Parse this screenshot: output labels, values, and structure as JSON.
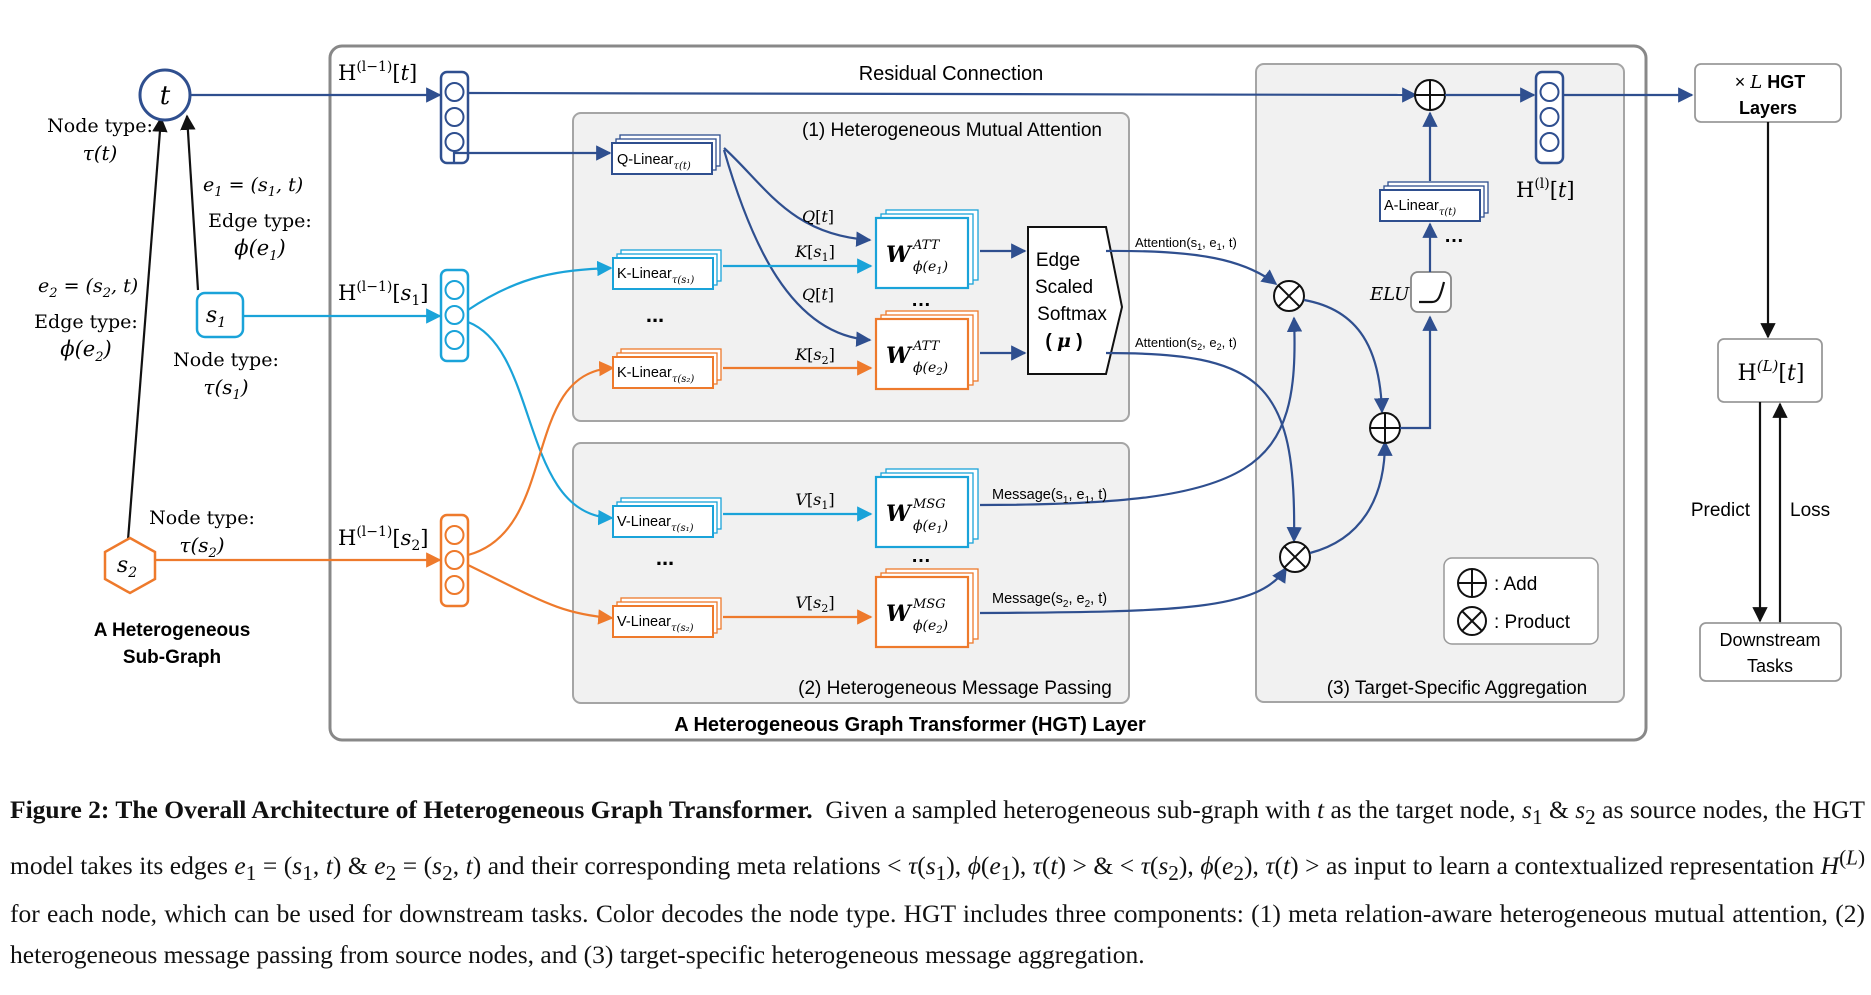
{
  "diagram": {
    "main_title": "A Heterogeneous Graph Transformer (HGT) Layer",
    "residual_label": "Residual Connection",
    "subgraph_title_line1": "A Heterogeneous",
    "subgraph_title_line2": "Sub-Graph",
    "nodes": {
      "t": "t",
      "s1": "s1",
      "s2": "s2"
    },
    "node_type_label": "Node type:",
    "edge_type_label": "Edge type:",
    "tau_t": "τ(t)",
    "tau_s1": "τ(s1)",
    "tau_s2": "τ(s2)",
    "e1_def": "e1 = (s1, t)",
    "e2_def": "e2 = (s2, t)",
    "phi_e1": "ϕ(e1)",
    "phi_e2": "ϕ(e2)",
    "h_t": "H(l−1)[t]",
    "h_s1": "H(l−1)[s1]",
    "h_s2": "H(l−1)[s2]",
    "attention_panel": "(1) Heterogeneous Mutual Attention",
    "message_panel": "(2) Heterogeneous Message Passing",
    "aggregation_panel": "(3) Target-Specific Aggregation",
    "q_linear": "Q-Linearτ(t)",
    "k_linear_s1": "K-Linearτ(s1)",
    "k_linear_s2": "K-Linearτ(s2)",
    "v_linear_s1": "V-Linearτ(s1)",
    "v_linear_s2": "V-Linearτ(s2)",
    "a_linear": "A-Linearτ(t)",
    "ellipsis": "...",
    "ellipsis_center": "…",
    "edge_labels": {
      "q_t_top": "Q[t]",
      "k_s1": "K[s1]",
      "q_t_bottom": "Q[t]",
      "k_s2": "K[s2]",
      "v_s1": "V[s1]",
      "v_s2": "V[s2]",
      "attention1": "Attention(s1, e1, t)",
      "attention2": "Attention(s2, e2, t)",
      "message1": "Message(s1, e1, t)",
      "message2": "Message(s2, e2, t)"
    },
    "w_att_1": "W ATT ϕ(e1)",
    "w_att_2": "W ATT ϕ(e2)",
    "w_msg_1": "W MSG ϕ(e1)",
    "w_msg_2": "W MSG ϕ(e2)",
    "softmax_line1": "Edge",
    "softmax_line2": "Scaled",
    "softmax_line3": "Softmax",
    "softmax_line4": "( μ )",
    "elu_label": "ELU",
    "h_out": "H(l)[t]",
    "legend_add": ": Add",
    "legend_product": ": Product",
    "layers_line1": "× L HGT",
    "layers_line2": "Layers",
    "h_final": "H(L)[t]",
    "predict_label": "Predict",
    "loss_label": "Loss",
    "tasks_line1": "Downstream",
    "tasks_line2": "Tasks"
  },
  "colors": {
    "target": "#2f4f8f",
    "source1": "#1aa3d9",
    "source2": "#ee7a2c",
    "panel": "#f1f1f1",
    "panel_border": "#9a9a9a"
  },
  "caption": {
    "title": "Figure 2: The Overall Architecture of Heterogeneous Graph Transformer.",
    "body": "Given a sampled heterogeneous sub-graph with t as the target node, s1 & s2 as source nodes, the HGT model takes its edges e1 = (s1, t) & e2 = (s2, t) and their corresponding meta relations < τ(s1), ϕ(e1), τ(t) > & < τ(s2), ϕ(e2), τ(t) > as input to learn a contextualized representation H(L) for each node, which can be used for downstream tasks. Color decodes the node type. HGT includes three components: (1) meta relation-aware heterogeneous mutual attention, (2) heterogeneous message passing from source nodes, and (3) target-specific heterogeneous message aggregation."
  }
}
